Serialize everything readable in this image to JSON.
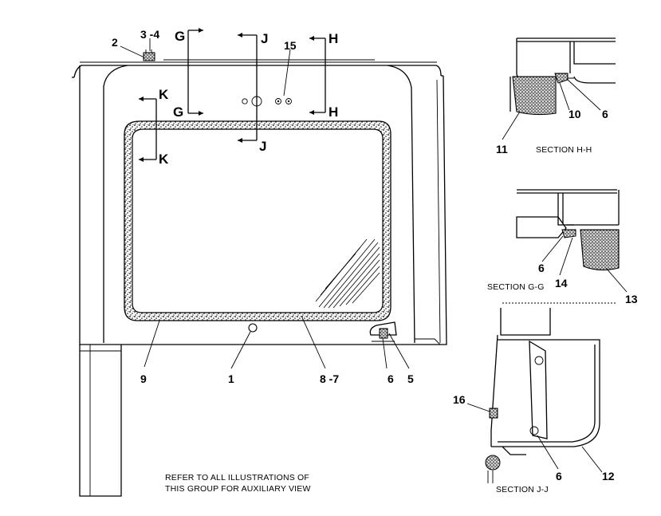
{
  "callouts": {
    "c1": "1",
    "c2": "2",
    "c3_4": "3 -4",
    "c5": "5",
    "c6a": "6",
    "c6b": "6",
    "c6c": "6",
    "c6d": "6",
    "c8_7": "8 -7",
    "c9": "9",
    "c10": "10",
    "c11": "11",
    "c12": "12",
    "c13": "13",
    "c14": "14",
    "c15": "15",
    "c16": "16"
  },
  "section_markers": {
    "g_top": "G",
    "g_bottom": "G",
    "j_top": "J",
    "j_bottom": "J",
    "h_top": "H",
    "h_bottom": "H",
    "k_top": "K",
    "k_bottom": "K"
  },
  "section_captions": {
    "hh": "SECTION  H-H",
    "gg": "SECTION  G-G",
    "jj": "SECTION  J-J"
  },
  "note": {
    "line1": "REFER TO ALL ILLUSTRATIONS OF",
    "line2": "THIS GROUP FOR AUXILIARY VIEW"
  }
}
